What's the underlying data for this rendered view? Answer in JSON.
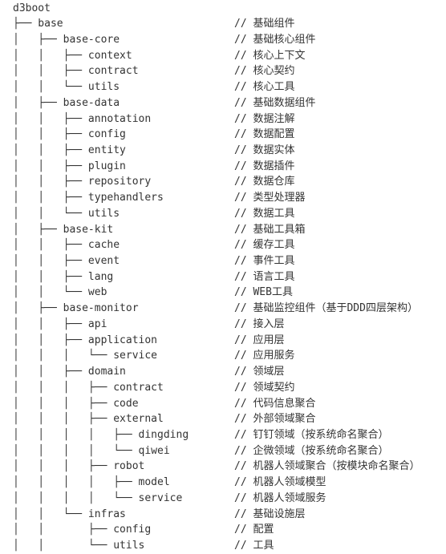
{
  "lines": [
    {
      "code": "d3boot",
      "comment": ""
    },
    {
      "code": "├── base",
      "comment": "// 基础组件"
    },
    {
      "code": "│   ├── base-core",
      "comment": "// 基础核心组件"
    },
    {
      "code": "│   │   ├── context",
      "comment": "// 核心上下文"
    },
    {
      "code": "│   │   ├── contract",
      "comment": "// 核心契约"
    },
    {
      "code": "│   │   └── utils",
      "comment": "// 核心工具"
    },
    {
      "code": "│   ├── base-data",
      "comment": "// 基础数据组件"
    },
    {
      "code": "│   │   ├── annotation",
      "comment": "// 数据注解"
    },
    {
      "code": "│   │   ├── config",
      "comment": "// 数据配置"
    },
    {
      "code": "│   │   ├── entity",
      "comment": "// 数据实体"
    },
    {
      "code": "│   │   ├── plugin",
      "comment": "// 数据插件"
    },
    {
      "code": "│   │   ├── repository",
      "comment": "// 数据仓库"
    },
    {
      "code": "│   │   ├── typehandlers",
      "comment": "// 类型处理器"
    },
    {
      "code": "│   │   └── utils",
      "comment": "// 数据工具"
    },
    {
      "code": "│   ├── base-kit",
      "comment": "// 基础工具箱"
    },
    {
      "code": "│   │   ├── cache",
      "comment": "// 缓存工具"
    },
    {
      "code": "│   │   ├── event",
      "comment": "// 事件工具"
    },
    {
      "code": "│   │   ├── lang",
      "comment": "// 语言工具"
    },
    {
      "code": "│   │   └── web",
      "comment": "// WEB工具"
    },
    {
      "code": "│   ├── base-monitor",
      "comment": "// 基础监控组件（基于DDD四层架构）"
    },
    {
      "code": "│   │   ├── api",
      "comment": "// 接入层"
    },
    {
      "code": "│   │   ├── application",
      "comment": "// 应用层"
    },
    {
      "code": "│   │   │   └── service",
      "comment": "// 应用服务"
    },
    {
      "code": "│   │   ├── domain",
      "comment": "// 领域层"
    },
    {
      "code": "│   │   │   ├── contract",
      "comment": "// 领域契约"
    },
    {
      "code": "│   │   │   ├── code",
      "comment": "// 代码信息聚合"
    },
    {
      "code": "│   │   │   ├── external",
      "comment": "// 外部领域聚合"
    },
    {
      "code": "│   │   │   │   ├── dingding",
      "comment": "// 钉钉领域（按系统命名聚合）"
    },
    {
      "code": "│   │   │   │   └── qiwei",
      "comment": "// 企微领域（按系统命名聚合）"
    },
    {
      "code": "│   │   │   ├── robot",
      "comment": "// 机器人领域聚合（按模块命名聚合）"
    },
    {
      "code": "│   │   │   │   ├── model",
      "comment": "// 机器人领域模型"
    },
    {
      "code": "│   │   │   │   └── service",
      "comment": "// 机器人领域服务"
    },
    {
      "code": "│   │   └── infras",
      "comment": "// 基础设施层"
    },
    {
      "code": "│   │       ├── config",
      "comment": "// 配置"
    },
    {
      "code": "│   │       └── utils",
      "comment": "// 工具"
    }
  ]
}
